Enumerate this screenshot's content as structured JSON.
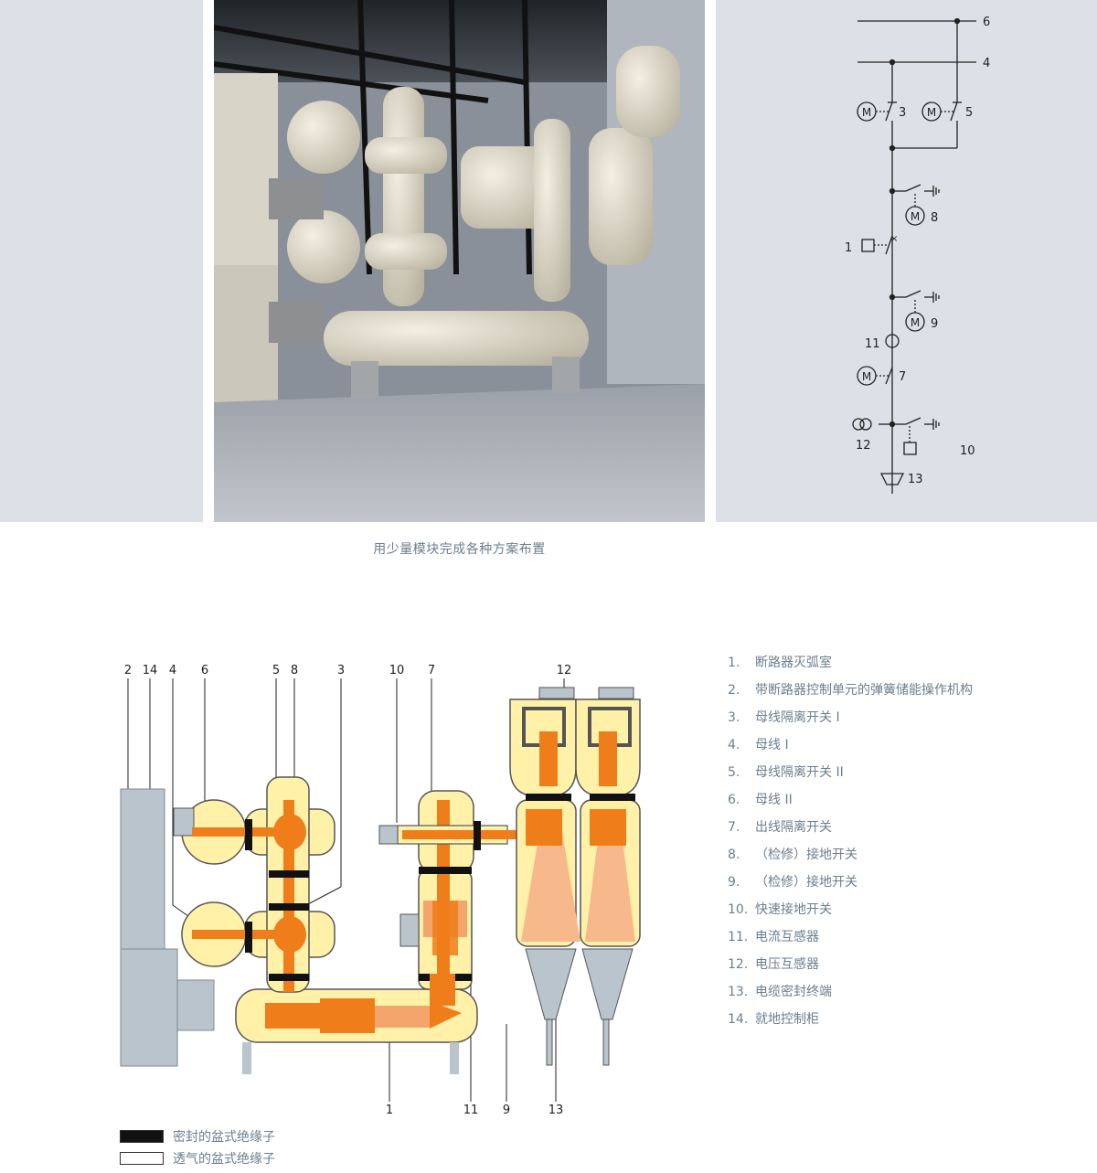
{
  "caption": "用少量模块完成各种方案布置",
  "single_line": {
    "labels": [
      "6",
      "4",
      "3",
      "5",
      "8",
      "1",
      "9",
      "11",
      "7",
      "12",
      "10",
      "13"
    ],
    "motor_symbol": "M"
  },
  "cross_section": {
    "top_labels": [
      "2",
      "14",
      "4",
      "6",
      "5",
      "8",
      "3",
      "10",
      "7",
      "12"
    ],
    "bottom_labels": [
      "1",
      "11",
      "9",
      "13"
    ]
  },
  "legend": [
    {
      "num": "1.",
      "text": "断路器灭弧室"
    },
    {
      "num": "2.",
      "text": "带断路器控制单元的弹簧储能操作机构"
    },
    {
      "num": "3.",
      "text": "母线隔离开关 I"
    },
    {
      "num": "4.",
      "text": "母线 I"
    },
    {
      "num": "5.",
      "text": "母线隔离开关 II"
    },
    {
      "num": "6.",
      "text": "母线 II"
    },
    {
      "num": "7.",
      "text": "出线隔离开关"
    },
    {
      "num": "8.",
      "text": "（检修）接地开关"
    },
    {
      "num": "9.",
      "text": "（检修）接地开关"
    },
    {
      "num": "10.",
      "text": "快速接地开关"
    },
    {
      "num": "11.",
      "text": "电流互感器"
    },
    {
      "num": "12.",
      "text": "电压互感器"
    },
    {
      "num": "13.",
      "text": "电缆密封终端"
    },
    {
      "num": "14.",
      "text": "就地控制柜"
    }
  ],
  "insulator_key": {
    "sealed": "密封的盆式绝缘子",
    "vented": "透气的盆式绝缘子"
  },
  "colors": {
    "panel": "#dbe1e6",
    "gas": "#fff1a8",
    "conductor": "#ef7d1a",
    "cable_cone": "#f7b98c",
    "housing": "#b9c4cc",
    "text": "#6b7f8f"
  }
}
